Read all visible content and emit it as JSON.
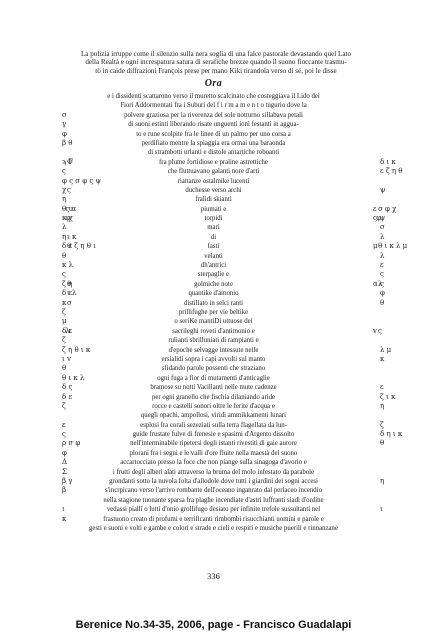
{
  "intro": [
    "La polizia irruppe come il silenzio sulla nera soglia di una falce pastorale devastando quel Lato",
    "della Realtà e ogni increspatura satura di serafiche brezze quando il suono fioccante trasmu-",
    "tò in caide diffrazioni François prese per mano Kiki tirandola verso di sé, poi le disse"
  ],
  "heading": "Ora",
  "poem": [
    {
      "text": "e i dissidenti scattarono verso il muretto scalcinato che costeggiava il Lido dei",
      "glyphs": []
    },
    {
      "text": "Fiori Addormentati fra i Suburi del  f i r m a m e n t o  tuguriо  dove la",
      "glyphs": []
    },
    {
      "text": "polvere graziosa  per la riverenza del sole notturno sillabava  petali",
      "glyphs": [
        "σ"
      ]
    },
    {
      "text": "di suoni estinti liberando risate unguenti ionì festanti in aggua-",
      "glyphs": [
        "γ"
      ]
    },
    {
      "text": "to e rune scolpite fra le linee di un palmo per uno corsa a",
      "glyphs": [
        "φ"
      ]
    },
    {
      "text": "perdifiato mentre la spiaggia era ormai una baraonda",
      "glyphs": [
        "β  θ"
      ]
    },
    {
      "text": "di strambotti urlanti e distole antartiche roboanti",
      "glyphs": []
    },
    {
      "text": "fra plume fortidiose e praline astrettiche",
      "glyphs": [
        "ϡ  Γ",
        "Φ",
        "δ    ι κ"
      ]
    },
    {
      "text": "che fluttuavano galanti nore d'arti",
      "glyphs": [
        "ς",
        "ε  ζ  η  θ"
      ]
    },
    {
      "text": "riattanze ostalmike lucenti",
      "glyphs": [
        "φ  ς σ φ ς ψ"
      ]
    },
    {
      "text": "duchesse verso archi",
      "glyphs": [
        "χ",
        "ς",
        "ψ"
      ]
    },
    {
      "text": "fralidi skianti",
      "glyphs": [
        "η"
      ]
    },
    {
      "text": "piumati e",
      "glyphs": [
        "θ",
        "ς α",
        "υ",
        "ε",
        "σ φ  χ"
      ]
    },
    {
      "text": "torpidi",
      "glyphs": [
        "κ",
        "φ",
        "χ",
        "ς",
        "φ",
        "ψ"
      ]
    },
    {
      "text": "mari",
      "glyphs": [
        "λ",
        "σ"
      ]
    },
    {
      "text": "di",
      "glyphs": [
        "η",
        "ι κ",
        "λ"
      ]
    },
    {
      "text": "fasti",
      "glyphs": [
        "δ ε ζ η θ  ι",
        "θ",
        "μ",
        "θ ι κ λ μ"
      ]
    },
    {
      "text": "velanti",
      "glyphs": [
        "θ",
        "λ"
      ]
    },
    {
      "text": "dh'antrici",
      "glyphs": [
        "κ  λ",
        "ε"
      ]
    },
    {
      "text": "sterpaglie e",
      "glyphs": [
        "ς",
        "ς"
      ]
    },
    {
      "text": "golmiche note",
      "glyphs": [
        "ζ η",
        "θ",
        "α  ς",
        "λ"
      ]
    },
    {
      "text": "quantike d'amonio",
      "glyphs": [
        "δ ε",
        "ι  λ",
        "φ"
      ]
    },
    {
      "text": "distillato in selci ranti",
      "glyphs": [
        "κ",
        "σ",
        "θ"
      ]
    },
    {
      "text": "prillifughe per vie beltike",
      "glyphs": [
        "ζ"
      ]
    },
    {
      "text": "o seriKe mantiDi uttuose dei",
      "glyphs": [
        "μ"
      ]
    },
    {
      "text": "sacrileghi roveti d'antimonio e",
      "glyphs": [
        "δ ε",
        "λ",
        "ι",
        "v",
        "ς"
      ]
    },
    {
      "text": "rulianti sbrilluniati di rampianti e",
      "glyphs": [
        "ζ"
      ]
    },
    {
      "text": "d'epoche selvagge intessute nelle",
      "glyphs": [
        "ζ η θ ι κ",
        "λ  μ"
      ]
    },
    {
      "text": "ersialidi sopra i capi avvolti sul manto",
      "glyphs": [
        "ι  v",
        "κ"
      ]
    },
    {
      "text": "sfidando parole  possenti che straziano",
      "glyphs": [
        "θ"
      ]
    },
    {
      "text": "ogni fuga a fior di mutamenti d'anticaglie",
      "glyphs": [
        "θ ι κ λ"
      ]
    },
    {
      "text": "bramose su notti Vacillanti nelle mute cadenze",
      "glyphs": [
        "δ ς",
        "ε"
      ]
    },
    {
      "text": "per ogni granello che fischia dilaniando aride",
      "glyphs": [
        "δ ε",
        "ζ  ι κ"
      ]
    },
    {
      "text": "rocce e castelli sonori oltre le ferite d'acqua e",
      "glyphs": [
        "ζ",
        "η"
      ]
    },
    {
      "text": "quegli opachi, ampollosi, viridi ammikkamenti lunari",
      "glyphs": []
    },
    {
      "text": "esplosi fra corali sezeziati sulla terra flagellata da lun-",
      "glyphs": [
        "ε",
        "ζ"
      ]
    },
    {
      "text": "guide frustate fulve di frenesie e spasimi d'Argento dissolto",
      "glyphs": [
        "ς",
        "δ  η  ι κ"
      ]
    },
    {
      "text": "nell'interminabile ripetersi degli istanti  rivestiti di gaie aurore",
      "glyphs": [
        "ρ  σ φ",
        "θ"
      ]
    },
    {
      "text": "plorani fra  i segni e le valli d'ore fluite nella maestà del suono",
      "glyphs": [
        "φ"
      ]
    },
    {
      "text": "accartocciato presso la foce che non piange sulla sinagoga d'avorio e",
      "glyphs": [
        "Δ"
      ]
    },
    {
      "text": "i frutti degli alberi alati attraverso la bruma del molo infestato da parabole",
      "glyphs": [
        "Σ"
      ]
    },
    {
      "text": "grondanti sotto la nuvola folta d'allodole dove tutti i giardini dei sogni accesi",
      "glyphs": [
        "β  γ",
        "η"
      ]
    },
    {
      "text": "s'incrpicano verso l'arrivo rombante dell'oceano inganrato dal perlaceo incendio",
      "glyphs": [
        "β"
      ]
    },
    {
      "text": "nella stagione tuonante sparsa fra plaghe incendiate d'astri luffranti siadi d'ordine",
      "glyphs": []
    },
    {
      "text": "vedassi piallî o lutti d'onio grollifugo desiato per infinite trefole  sussultanti nel",
      "glyphs": [
        "ι",
        "ι"
      ]
    },
    {
      "text": "frastuono  creato di profumi e terrificanti rimbombi risucchianti uomini e parole e",
      "glyphs": [
        "κ"
      ]
    },
    {
      "text": "gesti e suoni e volti e gambe e colori e strade e cieli e respiri e musiche puerili e rinnanzane",
      "glyphs": []
    }
  ],
  "page_number": "336",
  "caption": "Berenice No.34-35, 2006, page - Francisco Guadalapi"
}
